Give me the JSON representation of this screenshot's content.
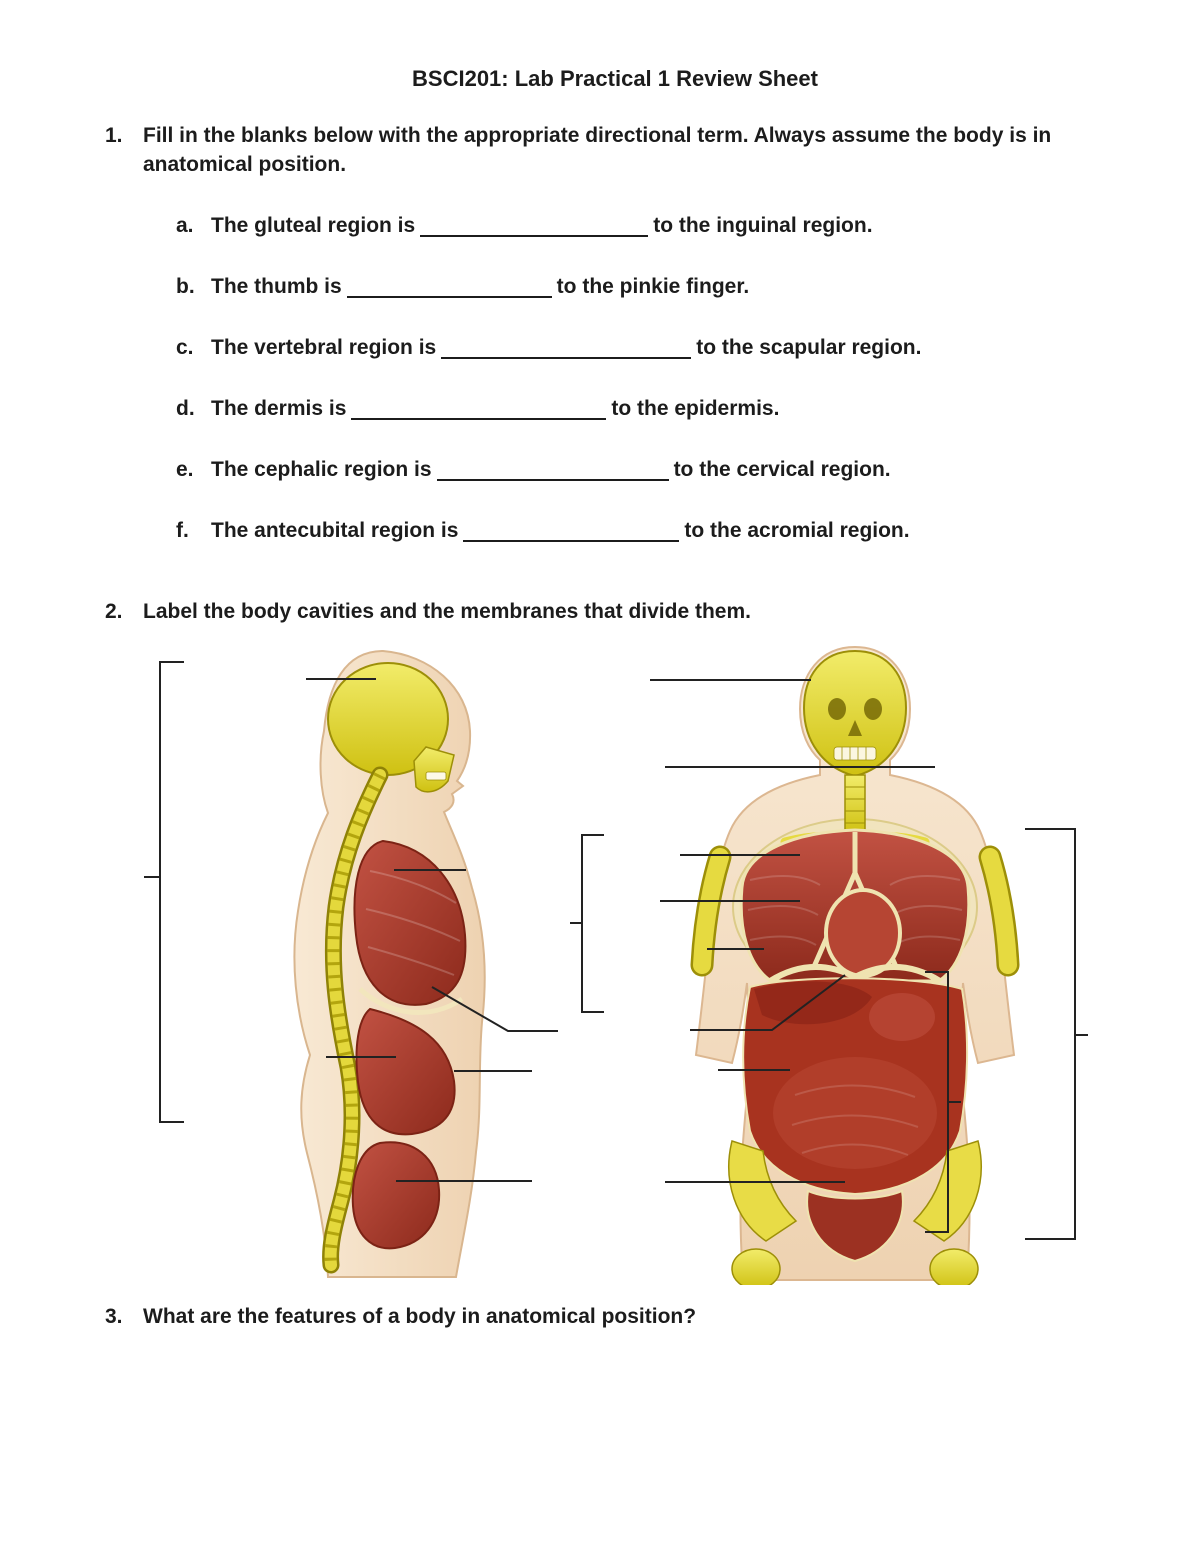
{
  "page": {
    "title": "BSCI201: Lab Practical 1 Review Sheet"
  },
  "q1": {
    "number": "1.",
    "prompt": "Fill in the blanks below with the appropriate directional term. Always assume the body is in anatomical position.",
    "items": [
      {
        "letter": "a.",
        "before": "The gluteal region is",
        "after": "to the inguinal region."
      },
      {
        "letter": "b.",
        "before": "The thumb is",
        "after": "to the pinkie finger."
      },
      {
        "letter": "c.",
        "before": "The vertebral region is",
        "after": "to the scapular region."
      },
      {
        "letter": "d.",
        "before": "The dermis is",
        "after": "to the epidermis."
      },
      {
        "letter": "e.",
        "before": "The cephalic region is",
        "after": "to the cervical region."
      },
      {
        "letter": "f.",
        "before": "The antecubital region is",
        "after": "to the acromial region."
      }
    ]
  },
  "q2": {
    "number": "2.",
    "prompt": "Label the body cavities and the membranes that divide them."
  },
  "q3": {
    "number": "3.",
    "prompt": "What are the features of a body in anatomical position?"
  },
  "figures": {
    "left_name": "sagittal-view-body-cavities-unlabeled",
    "right_name": "anterior-view-body-cavities-unlabeled"
  },
  "colors": {
    "skin": "#f3ddc4",
    "bone_yellow": "#e4d83c",
    "cavity_red": "#a8331f",
    "leader_line": "#222222"
  }
}
